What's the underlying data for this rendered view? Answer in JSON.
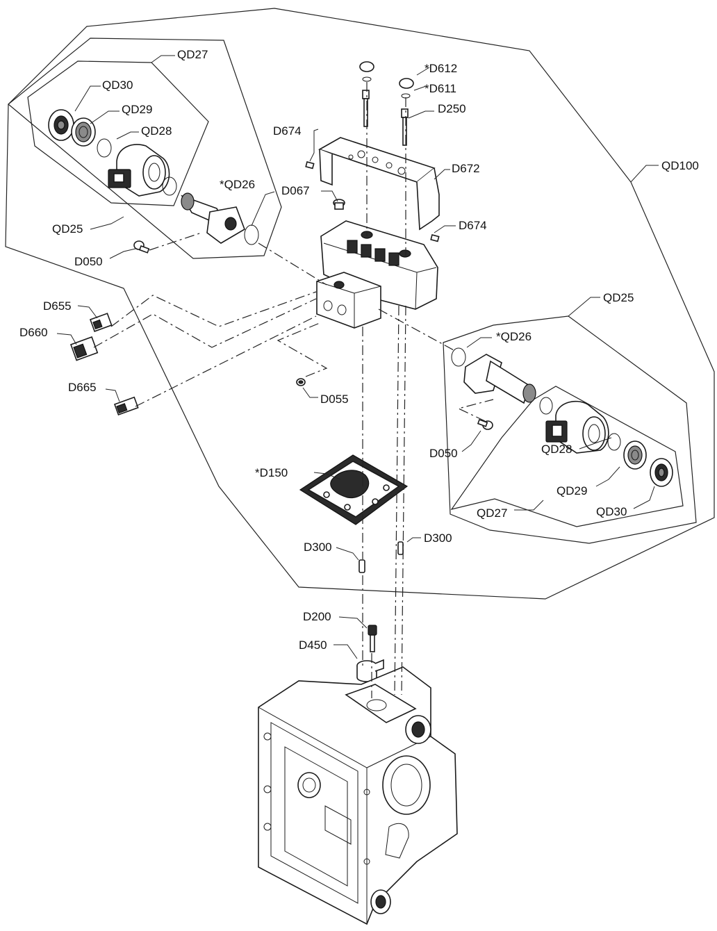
{
  "labels": {
    "qd100": "QD100",
    "qd27_top": "QD27",
    "qd30_top": "QD30",
    "qd29_top": "QD29",
    "qd28_top": "QD28",
    "qd26_top": "*QD26",
    "qd25_top": "QD25",
    "d050_top": "D050",
    "d612": "*D612",
    "d611": "*D611",
    "d250": "D250",
    "d674_a": "D674",
    "d672": "D672",
    "d067": "D067",
    "d674_b": "D674",
    "d655": "D655",
    "d660": "D660",
    "d665": "D665",
    "d055": "D055",
    "qd25_right": "QD25",
    "qd26_right": "*QD26",
    "d050_right": "D050",
    "qd28_right": "QD28",
    "qd29_right": "QD29",
    "qd27_right": "QD27",
    "qd30_right": "QD30",
    "d150": "*D150",
    "d300_left": "D300",
    "d300_right": "D300",
    "d200": "D200",
    "d450": "D450"
  },
  "colors": {
    "line": "#222222",
    "part_fill": "#ffffff",
    "dark_fill": "#2b2b2b"
  }
}
